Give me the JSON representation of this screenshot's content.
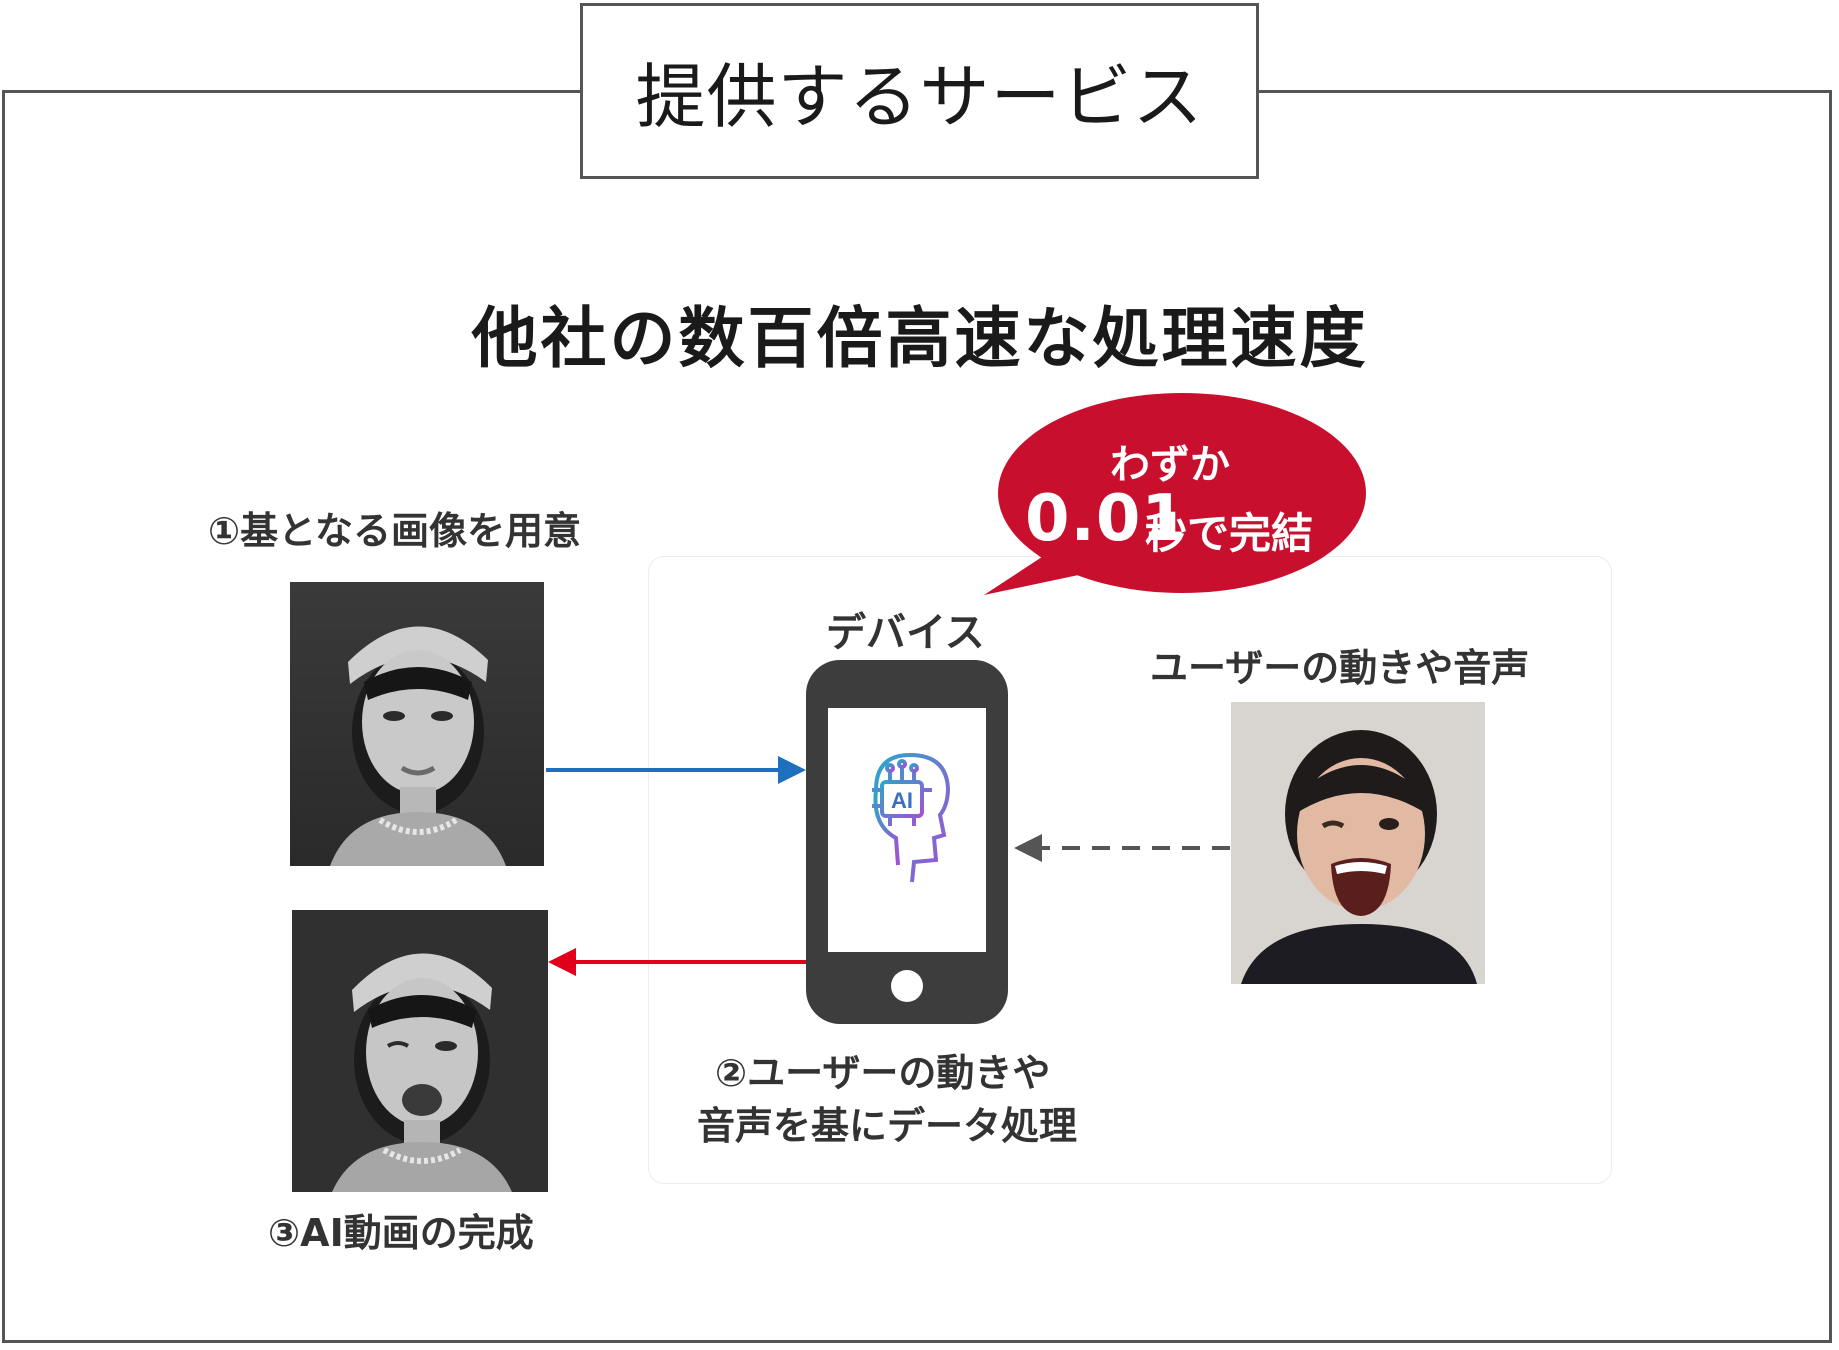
{
  "header": {
    "title": "提供するサービス"
  },
  "main_title": "他社の数百倍高速な処理速度",
  "steps": {
    "prepare": "①基となる画像を用意",
    "complete": "③AI動画の完成",
    "process_line1": "②ユーザーの動きや",
    "process_line2": "音声を基にデータ処理"
  },
  "device": {
    "label": "デバイス",
    "screen_icon_text": "AI"
  },
  "user_input": {
    "label": "ユーザーの動きや音声"
  },
  "bubble": {
    "line1": "わずか",
    "number": "0.01",
    "line2": "秒で完結",
    "color": "#c8102e"
  },
  "colors": {
    "arrow_in": "#1f6fbf",
    "arrow_out": "#e0001b",
    "arrow_dashed": "#555555",
    "frame": "#555555"
  },
  "icons": {
    "ai_head": "ai-head-icon",
    "photo_original": "woman-portrait",
    "photo_output": "woman-portrait-animated",
    "photo_user": "man-portrait"
  }
}
